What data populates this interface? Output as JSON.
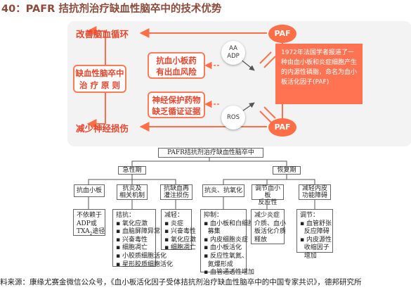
{
  "title": "40：PAFR 拮抗剂治疗缺血性脑卒中的技术优势",
  "mechanism": {
    "improve_circulation": "改善脑血循环",
    "reduce_damage": "减少神经损伤",
    "principle_line1": "缺血性脑卒中",
    "principle_line2": "治 疗 原 则",
    "antiplatelet_line1": "抗血小板药",
    "antiplatelet_line2": "有出血风险",
    "neuro_line1": "神经保护药物",
    "neuro_line2": "缺乏循证证据",
    "aa_line1": "AA",
    "aa_line2": "ADP",
    "ros": "ROS",
    "paf_top": "PAF",
    "paf_bottom": "PAF",
    "note": "1972年法国学者报道了一种由血小板和炎症细胞产生的内源性磷脂，命名为血小板活化因子(PAF)"
  },
  "tree": {
    "root": "PAFR拮抗剂治疗缺血性脑卒中",
    "acute": "急性期",
    "recovery": "恢复期",
    "antiplatelet": "抗血小板",
    "anti_related_1": "抗炎及",
    "anti_related_2": "相关机制",
    "anti_ischemia_1": "抗缺血再",
    "anti_ischemia_2": "灌注损伤",
    "anti_inflam": "抗炎、抗氧化",
    "regulate_1": "调节血小板",
    "regulate_2": "反应性",
    "alleviate_1": "减轻内皮",
    "alleviate_2": "功能障碍",
    "ap_detail": [
      "不依赖于",
      "ADP或",
      "TXA",
      "2",
      "途径"
    ],
    "antag_head": "拮抗：",
    "antag_items": [
      "氧化应激",
      "血脑屏障异常",
      "兴奋毒性",
      "细胞凋亡",
      "小胶质细胞活化",
      "星形胶质细胞活化"
    ],
    "reduce_head": "减轻：",
    "reduce_items": [
      "炎症",
      "兴奋毒性",
      "氧化应激",
      "细胞凋亡"
    ],
    "inhibit_head": "抑制：",
    "inhibit_items": [
      "血小板和白细胞",
      "募集",
      "内皮细胞炎症",
      "血小板活化",
      "反应性氧氮、",
      "氮爆形成",
      "血管通透性增加"
    ],
    "reg_detail": [
      "减少炎症",
      "介质、血小",
      "板活化介质",
      "释放"
    ],
    "adjust_head": "调节：",
    "adjust_items": [
      "血管舒张",
      "反应障碍",
      "内皮源性",
      "收缩因子",
      "增加"
    ]
  },
  "source": "料来源：康缘尤赛金微信公众号，《血小板活化因子受体拮抗剂治疗缺血性脑卒中的中国专家共识》，德邦研究所"
}
